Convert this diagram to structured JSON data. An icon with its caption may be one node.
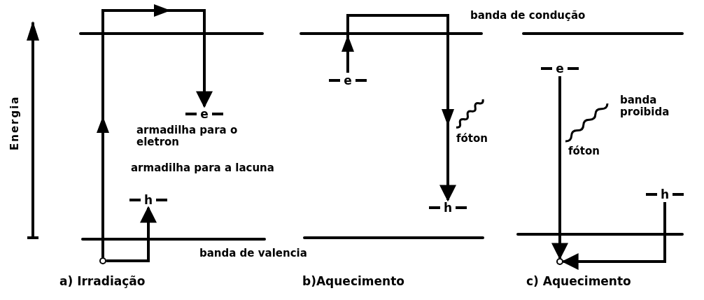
{
  "diagram": {
    "nodes": [
      {
        "text": [
          "e"
        ]
      },
      {
        "text": [
          "h"
        ]
      },
      {
        "text": [],
        "shape": "circle"
      },
      {
        "text": [
          "e"
        ]
      },
      {
        "text": [
          "h"
        ]
      },
      {
        "text": [
          "e"
        ]
      },
      {
        "text": [
          "h"
        ]
      },
      {
        "text": [],
        "shape": "circle"
      }
    ],
    "edges": [
      {
        "from": 2,
        "to": 0,
        "arrow": "to"
      },
      {
        "from": 2,
        "to": 1,
        "arrow": "to"
      },
      {
        "from": 3,
        "to": 4,
        "arrow": "to"
      },
      {
        "from": 5,
        "to": 7,
        "arrow": "to"
      },
      {
        "from": 6,
        "to": 7,
        "arrow": "to"
      }
    ],
    "labels": [
      "banda de condução",
      "Energia",
      "armadilha para o eletron",
      "banda proibida",
      "fóton",
      "fóton",
      "armadilha para a lacuna",
      "banda de valencia",
      "a) Irradiação",
      "b)Aquecimento",
      "c) Aquecimento"
    ]
  }
}
